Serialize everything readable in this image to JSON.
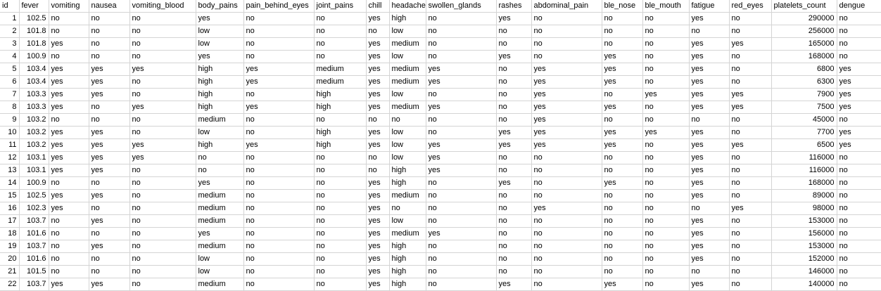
{
  "columns": [
    "id",
    "fever",
    "vomiting",
    "nausea",
    "vomiting_blood",
    "body_pains",
    "pain_behind_eyes",
    "joint_pains",
    "chill",
    "headache",
    "swollen_glands",
    "rashes",
    "abdominal_pain",
    "ble_nose",
    "ble_mouth",
    "fatigue",
    "red_eyes",
    "platelets_count",
    "dengue"
  ],
  "rows": [
    [
      "1",
      "102.5",
      "no",
      "no",
      "no",
      "yes",
      "no",
      "no",
      "yes",
      "high",
      "no",
      "yes",
      "no",
      "no",
      "no",
      "yes",
      "no",
      "290000",
      "no"
    ],
    [
      "2",
      "101.8",
      "no",
      "no",
      "no",
      "low",
      "no",
      "no",
      "no",
      "low",
      "no",
      "no",
      "no",
      "no",
      "no",
      "no",
      "no",
      "256000",
      "no"
    ],
    [
      "3",
      "101.8",
      "yes",
      "no",
      "no",
      "low",
      "no",
      "no",
      "yes",
      "medium",
      "no",
      "no",
      "no",
      "no",
      "no",
      "yes",
      "yes",
      "165000",
      "no"
    ],
    [
      "4",
      "100.9",
      "no",
      "no",
      "no",
      "yes",
      "no",
      "no",
      "yes",
      "low",
      "no",
      "yes",
      "no",
      "yes",
      "no",
      "yes",
      "no",
      "168000",
      "no"
    ],
    [
      "5",
      "103.4",
      "yes",
      "yes",
      "yes",
      "high",
      "yes",
      "medium",
      "yes",
      "medium",
      "yes",
      "no",
      "yes",
      "yes",
      "no",
      "yes",
      "no",
      "6800",
      "yes"
    ],
    [
      "6",
      "103.4",
      "yes",
      "yes",
      "no",
      "high",
      "yes",
      "medium",
      "yes",
      "medium",
      "yes",
      "no",
      "yes",
      "yes",
      "no",
      "yes",
      "no",
      "6300",
      "yes"
    ],
    [
      "7",
      "103.3",
      "yes",
      "yes",
      "no",
      "high",
      "no",
      "high",
      "yes",
      "low",
      "no",
      "no",
      "yes",
      "no",
      "yes",
      "yes",
      "yes",
      "7900",
      "yes"
    ],
    [
      "8",
      "103.3",
      "yes",
      "no",
      "yes",
      "high",
      "yes",
      "high",
      "yes",
      "medium",
      "yes",
      "no",
      "yes",
      "yes",
      "no",
      "yes",
      "yes",
      "7500",
      "yes"
    ],
    [
      "9",
      "103.2",
      "no",
      "no",
      "no",
      "medium",
      "no",
      "no",
      "no",
      "no",
      "no",
      "no",
      "yes",
      "no",
      "no",
      "no",
      "no",
      "45000",
      "no"
    ],
    [
      "10",
      "103.2",
      "yes",
      "yes",
      "no",
      "low",
      "no",
      "high",
      "yes",
      "low",
      "no",
      "yes",
      "yes",
      "yes",
      "yes",
      "yes",
      "no",
      "7700",
      "yes"
    ],
    [
      "11",
      "103.2",
      "yes",
      "yes",
      "yes",
      "high",
      "yes",
      "high",
      "yes",
      "low",
      "yes",
      "yes",
      "yes",
      "yes",
      "no",
      "yes",
      "yes",
      "6500",
      "yes"
    ],
    [
      "12",
      "103.1",
      "yes",
      "yes",
      "yes",
      "no",
      "no",
      "no",
      "no",
      "low",
      "yes",
      "no",
      "no",
      "no",
      "no",
      "yes",
      "no",
      "116000",
      "no"
    ],
    [
      "13",
      "103.1",
      "yes",
      "yes",
      "no",
      "no",
      "no",
      "no",
      "no",
      "high",
      "yes",
      "no",
      "no",
      "no",
      "no",
      "yes",
      "no",
      "116000",
      "no"
    ],
    [
      "14",
      "100.9",
      "no",
      "no",
      "no",
      "yes",
      "no",
      "no",
      "yes",
      "high",
      "no",
      "yes",
      "no",
      "yes",
      "no",
      "yes",
      "no",
      "168000",
      "no"
    ],
    [
      "15",
      "102.5",
      "yes",
      "yes",
      "no",
      "medium",
      "no",
      "no",
      "yes",
      "medium",
      "no",
      "no",
      "no",
      "no",
      "no",
      "yes",
      "no",
      "89000",
      "no"
    ],
    [
      "16",
      "102.3",
      "yes",
      "no",
      "no",
      "medium",
      "no",
      "no",
      "yes",
      "no",
      "no",
      "no",
      "yes",
      "no",
      "no",
      "no",
      "yes",
      "98000",
      "no"
    ],
    [
      "17",
      "103.7",
      "no",
      "yes",
      "no",
      "medium",
      "no",
      "no",
      "yes",
      "low",
      "no",
      "no",
      "no",
      "no",
      "no",
      "yes",
      "no",
      "153000",
      "no"
    ],
    [
      "18",
      "101.6",
      "no",
      "no",
      "no",
      "yes",
      "no",
      "no",
      "yes",
      "medium",
      "yes",
      "no",
      "no",
      "no",
      "no",
      "yes",
      "no",
      "156000",
      "no"
    ],
    [
      "19",
      "103.7",
      "no",
      "yes",
      "no",
      "medium",
      "no",
      "no",
      "yes",
      "high",
      "no",
      "no",
      "no",
      "no",
      "no",
      "yes",
      "no",
      "153000",
      "no"
    ],
    [
      "20",
      "101.6",
      "no",
      "no",
      "no",
      "low",
      "no",
      "no",
      "yes",
      "high",
      "no",
      "no",
      "no",
      "no",
      "no",
      "yes",
      "no",
      "152000",
      "no"
    ],
    [
      "21",
      "101.5",
      "no",
      "no",
      "no",
      "low",
      "no",
      "no",
      "yes",
      "high",
      "no",
      "no",
      "no",
      "no",
      "no",
      "no",
      "no",
      "146000",
      "no"
    ],
    [
      "22",
      "103.7",
      "yes",
      "yes",
      "no",
      "medium",
      "no",
      "no",
      "yes",
      "high",
      "no",
      "yes",
      "no",
      "yes",
      "no",
      "yes",
      "no",
      "140000",
      "no"
    ]
  ]
}
